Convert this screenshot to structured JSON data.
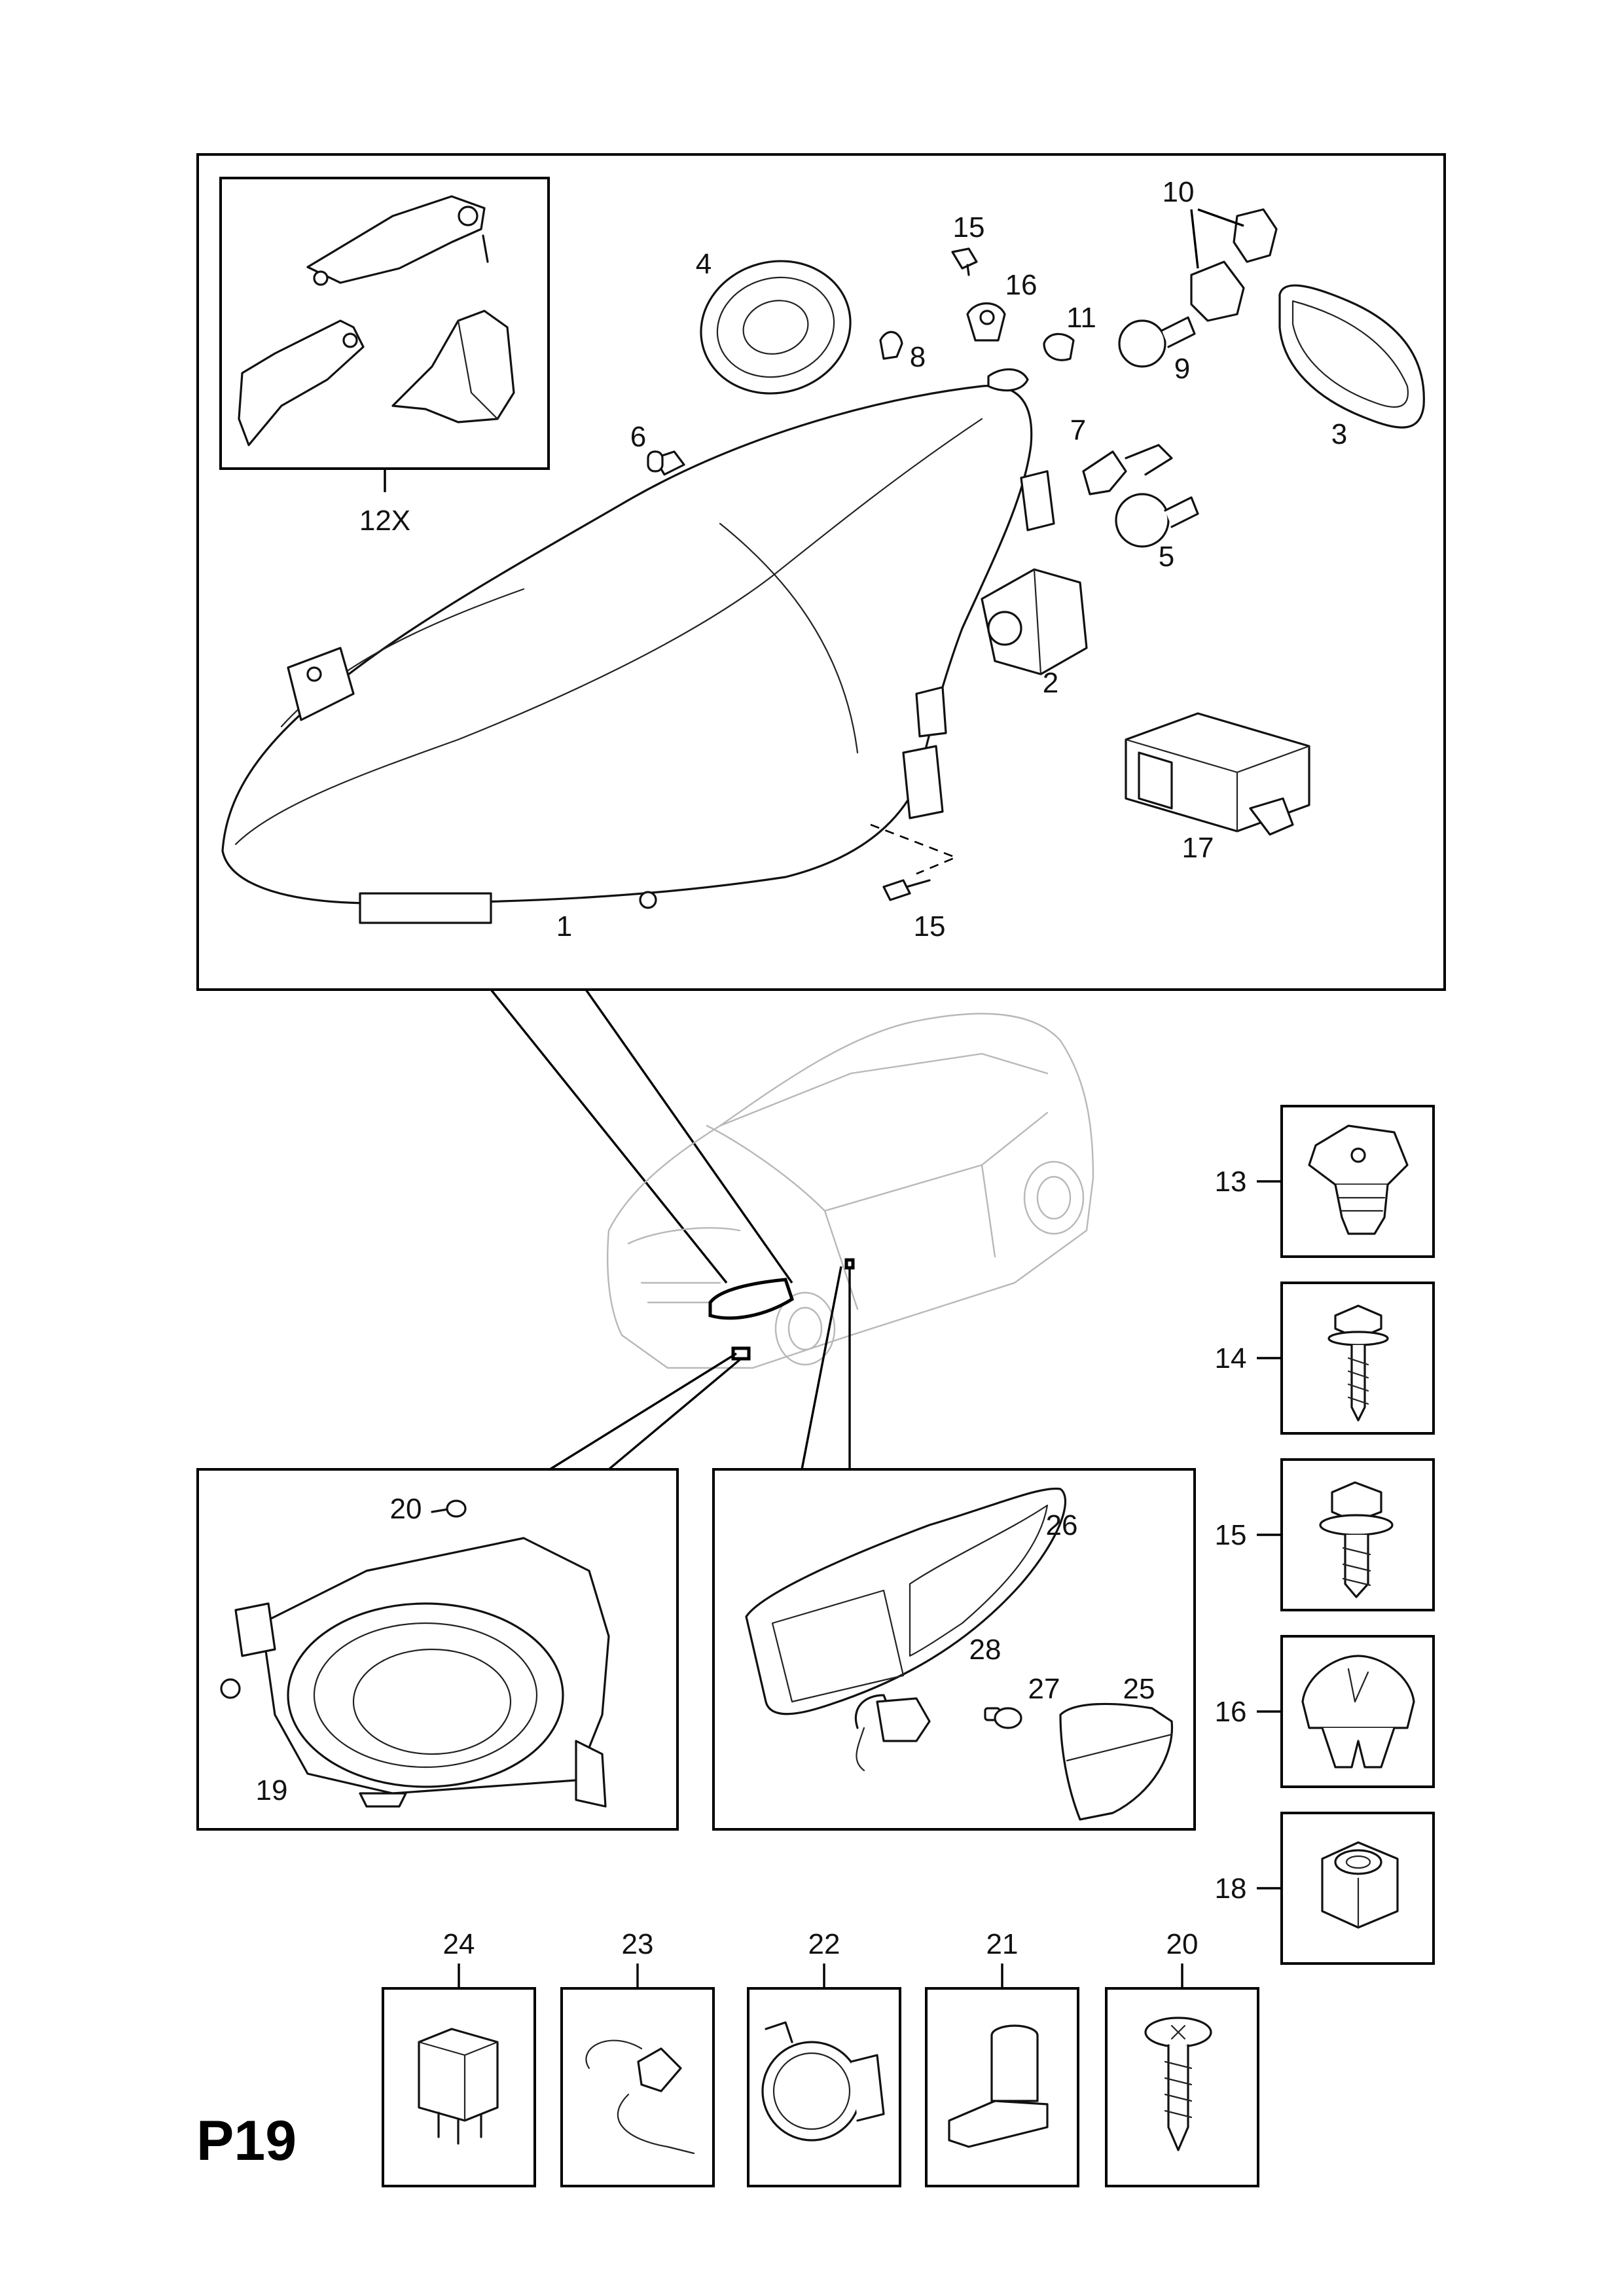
{
  "page_code": "P19",
  "headlamp_callouts": {
    "c1": "1",
    "c2": "2",
    "c3": "3",
    "c4": "4",
    "c5": "5",
    "c6": "6",
    "c7": "7",
    "c8": "8",
    "c9": "9",
    "c10": "10",
    "c11": "11",
    "c12x": "12X",
    "c15_top": "15",
    "c15_bottom": "15",
    "c16": "16",
    "c17": "17"
  },
  "fog_callouts": {
    "c19": "19",
    "c20": "20"
  },
  "side_callouts": {
    "c25": "25",
    "c26": "26",
    "c27": "27",
    "c28": "28"
  },
  "right_column": [
    "13",
    "14",
    "15",
    "16",
    "18"
  ],
  "bottom_row": [
    "24",
    "23",
    "22",
    "21",
    "20"
  ]
}
